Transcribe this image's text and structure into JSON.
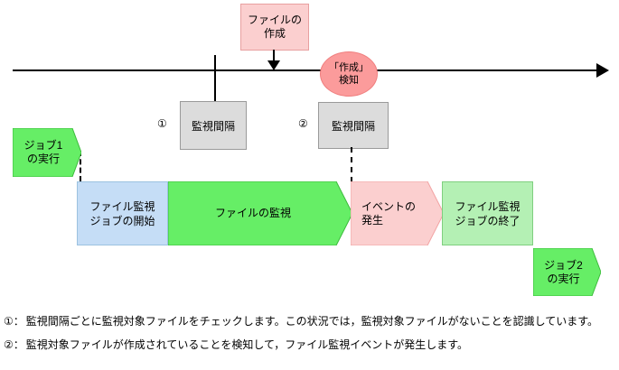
{
  "diagram": {
    "timeline": {
      "name": "timeline-axis",
      "arrow_direction": "right"
    },
    "top_event": {
      "label": "ファイルの\n作成",
      "line1": "ファイルの",
      "line2": "作成",
      "color": "#fbcfcf"
    },
    "detect_bubble": {
      "line1": "「作成」",
      "line2": "検知",
      "color": "#fb9b9b"
    },
    "intervals": [
      {
        "marker": "①",
        "label": "監視間隔",
        "color": "#dcdcdc"
      },
      {
        "marker": "②",
        "label": "監視間隔",
        "color": "#dcdcdc"
      }
    ],
    "jobs": [
      {
        "line1": "ジョブ1",
        "line2": "の実行",
        "color": "#66ee66"
      },
      {
        "line1": "ジョブ2",
        "line2": "の実行",
        "color": "#66ee66"
      }
    ],
    "process_steps": [
      {
        "line1": "ファイル監視",
        "line2": "ジョブの開始",
        "color": "#c5ddf6",
        "shape": "rect"
      },
      {
        "line1": "ファイルの監視",
        "line2": "",
        "color": "#66ee66",
        "shape": "chevron"
      },
      {
        "line1": "イベントの",
        "line2": "発生",
        "color": "#fbcfcf",
        "shape": "chevron"
      },
      {
        "line1": "ファイル監視",
        "line2": "ジョブの終了",
        "color": "#b4f0b4",
        "shape": "rect"
      }
    ],
    "footnotes": [
      {
        "marker": "①：",
        "text": "監視間隔ごとに監視対象ファイルをチェックします。この状況では，監視対象ファイルがないことを認識しています。"
      },
      {
        "marker": "②：",
        "text": "監視対象ファイルが作成されていることを検知して，ファイル監視イベントが発生します。"
      }
    ]
  }
}
